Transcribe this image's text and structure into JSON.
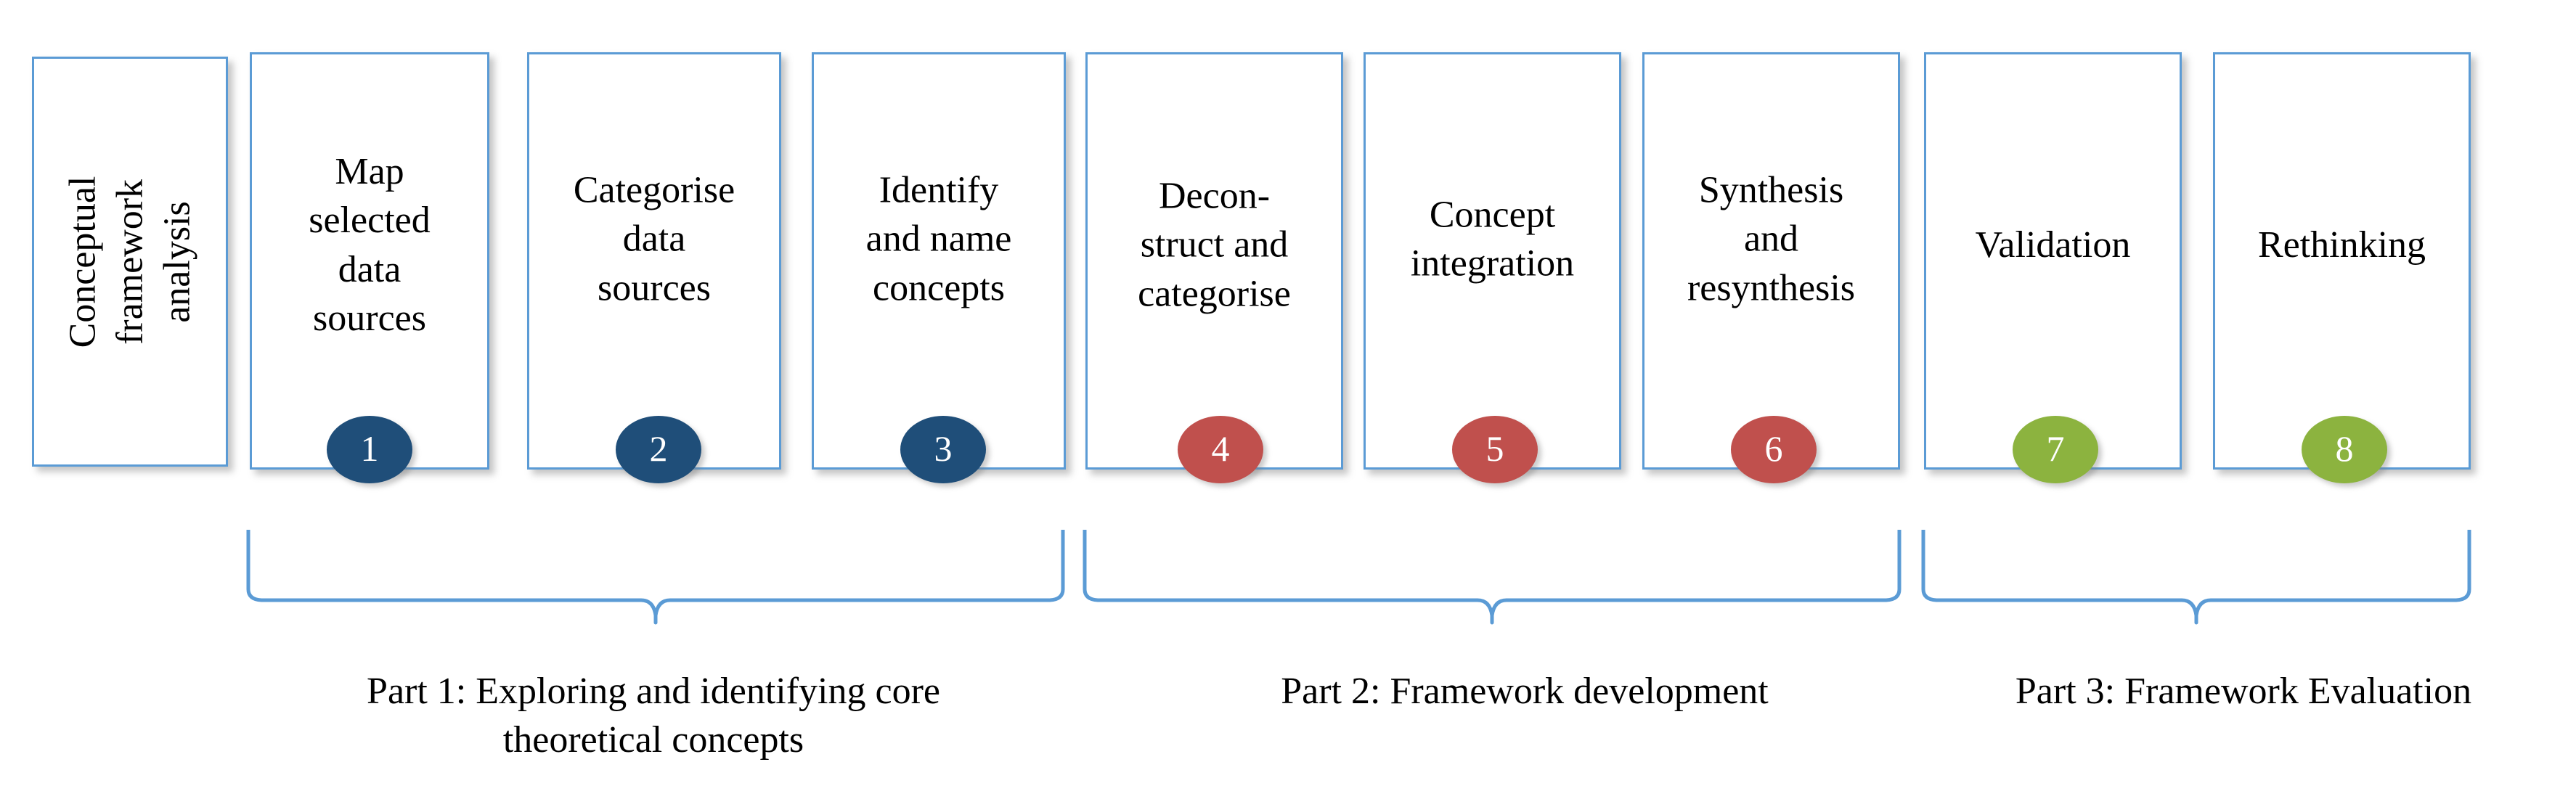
{
  "diagram": {
    "title_box": {
      "lines": [
        "Conceptual",
        "framework",
        "analysis"
      ],
      "orientation": "vertical"
    },
    "colors": {
      "box_border": "#5B9BD5",
      "box_fill": "#FFFFFF",
      "badge_blue": "#1F4E79",
      "badge_red": "#C0504D",
      "badge_green": "#8CB33F",
      "brace_stroke": "#5B9BD5",
      "text": "#000000"
    },
    "steps": [
      {
        "number": "1",
        "color_key": "badge_blue",
        "lines": [
          "Map",
          "selected",
          "data",
          "sources"
        ]
      },
      {
        "number": "2",
        "color_key": "badge_blue",
        "lines": [
          "Categorise",
          "data",
          "sources"
        ]
      },
      {
        "number": "3",
        "color_key": "badge_blue",
        "lines": [
          "Identify",
          "and name",
          "concepts"
        ]
      },
      {
        "number": "4",
        "color_key": "badge_red",
        "lines": [
          "Decon-",
          "struct and",
          "categorise"
        ]
      },
      {
        "number": "5",
        "color_key": "badge_red",
        "lines": [
          "Concept",
          "integration"
        ]
      },
      {
        "number": "6",
        "color_key": "badge_red",
        "lines": [
          "Synthesis",
          "and",
          "resynthesis"
        ]
      },
      {
        "number": "7",
        "color_key": "badge_green",
        "lines": [
          "Validation"
        ]
      },
      {
        "number": "8",
        "color_key": "badge_green",
        "lines": [
          "Rethinking"
        ]
      }
    ],
    "parts": [
      {
        "lines": [
          "Part 1: Exploring and identifying core",
          "theoretical concepts"
        ]
      },
      {
        "lines": [
          "Part 2: Framework development"
        ]
      },
      {
        "lines": [
          "Part 3: Framework  Evaluation"
        ]
      }
    ]
  }
}
